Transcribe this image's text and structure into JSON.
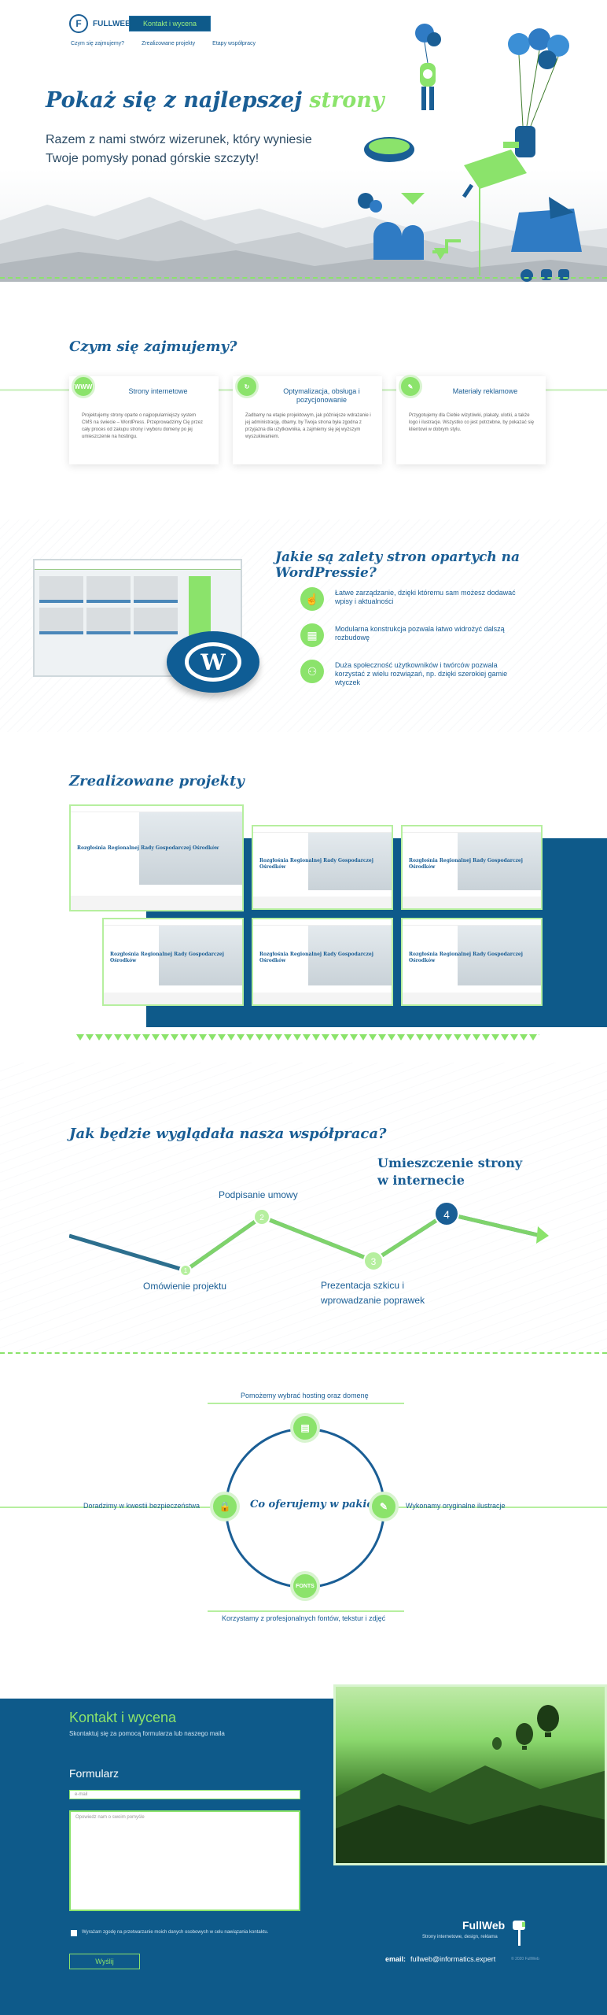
{
  "header": {
    "logo_text": "FULLWEB",
    "cta_label": "Kontakt i wycena",
    "nav": [
      "Czym się zajmujemy?",
      "Zrealizowane projekty",
      "Etapy współpracy"
    ]
  },
  "hero": {
    "title_main": "Pokaż się z najlepszej ",
    "title_accent": "strony",
    "subtitle": "Razem z nami stwórz wizerunek, który wyniesie Twoje pomysły ponad górskie szczyty!"
  },
  "services": {
    "title": "Czym się zajmujemy?",
    "cards": [
      {
        "icon": "WWW",
        "title": "Strony internetowe",
        "text": "Projektujemy strony oparte o najpopularniejszy system CMS na świecie – WordPress. Przeprowadzimy Cię przez cały proces od zakupu strony i wyboru domeny po jej umieszczenie na hostingu."
      },
      {
        "icon": "↻",
        "title": "Optymalizacja, obsługa i pozycjonowanie",
        "text": "Zadbamy na etapie projektowym, jak późniejsze wdrażanie i jej administrację, dbamy, by Twoja strona była zgodna z przyjazna dla użytkownika, a zajmiemy się jej wyższym wyszukiwaniem."
      },
      {
        "icon": "✎",
        "title": "Materiały reklamowe",
        "text": "Przygotujemy dla Ciebie wizytówki, plakaty, ulotki, a także logo i ilustracje. Wszystko co jest potrzebne, by pokazać się klientowi w dobrym stylu."
      }
    ]
  },
  "advantages": {
    "title": "Jakie są zalety stron opartych na WordPressie?",
    "items": [
      {
        "icon": "☝",
        "text": "Łatwe zarządzanie, dzięki któremu sam możesz dodawać wpisy i aktualności"
      },
      {
        "icon": "▦",
        "text": "Modularna konstrukcja pozwala łatwo widrożyć dalszą rozbudowę"
      },
      {
        "icon": "⚇",
        "text": "Duża społeczność użytkowników i twórców pozwala korzystać z wielu rozwiązań, np. dzięki szerokiej gamie wtyczek"
      }
    ],
    "wp_mark": "W"
  },
  "projects": {
    "title": "Zrealizowane projekty",
    "preview_text": "Rozgłośnia Regionalnej Rady Gospodarczej Ośrodków"
  },
  "timeline": {
    "title": "Jak będzie wyglądała nasza współpraca?",
    "steps": [
      {
        "num": "1",
        "label": "Omówienie projektu"
      },
      {
        "num": "2",
        "label": "Podpisanie umowy"
      },
      {
        "num": "3",
        "label": "Prezentacja szkicu i wprowadzanie poprawek"
      },
      {
        "num": "4",
        "label": "Umieszczenie strony w internecie"
      }
    ]
  },
  "package": {
    "title": "Co oferujemy w pakiecie?",
    "items": [
      {
        "icon": "▤",
        "label": "Pomożemy wybrać hosting oraz domenę"
      },
      {
        "icon": "✎",
        "label": "Wykonamy oryginalne ilustracje"
      },
      {
        "icon": "FONTS",
        "label": "Korzystamy z profesjonalnych fontów, tekstur i zdjęć"
      },
      {
        "icon": "🔒",
        "label": "Doradzimy w kwestii bezpieczeństwa"
      }
    ]
  },
  "contact": {
    "title": "Kontakt i wycena",
    "subtitle": "Skontaktuj się za pomocą formularza lub naszego maila",
    "form_title": "Formularz",
    "email_placeholder": "e-mail",
    "message_placeholder": "Opowiedz nam o swoim pomyśle",
    "consent": "Wyrażam zgodę na przetwarzanie moich danych osobowych w celu nawiązania kontaktu.",
    "submit": "Wyślij"
  },
  "footer": {
    "name": "FullWeb",
    "tagline": "Strony internetowe, design, reklama",
    "email_label": "email:",
    "email": "fullweb@informatics.expert",
    "copyright": "© 2020 FullWeb"
  },
  "colors": {
    "primary": "#1a5e95",
    "accent": "#8be36b",
    "dark": "#0e5a8a"
  }
}
